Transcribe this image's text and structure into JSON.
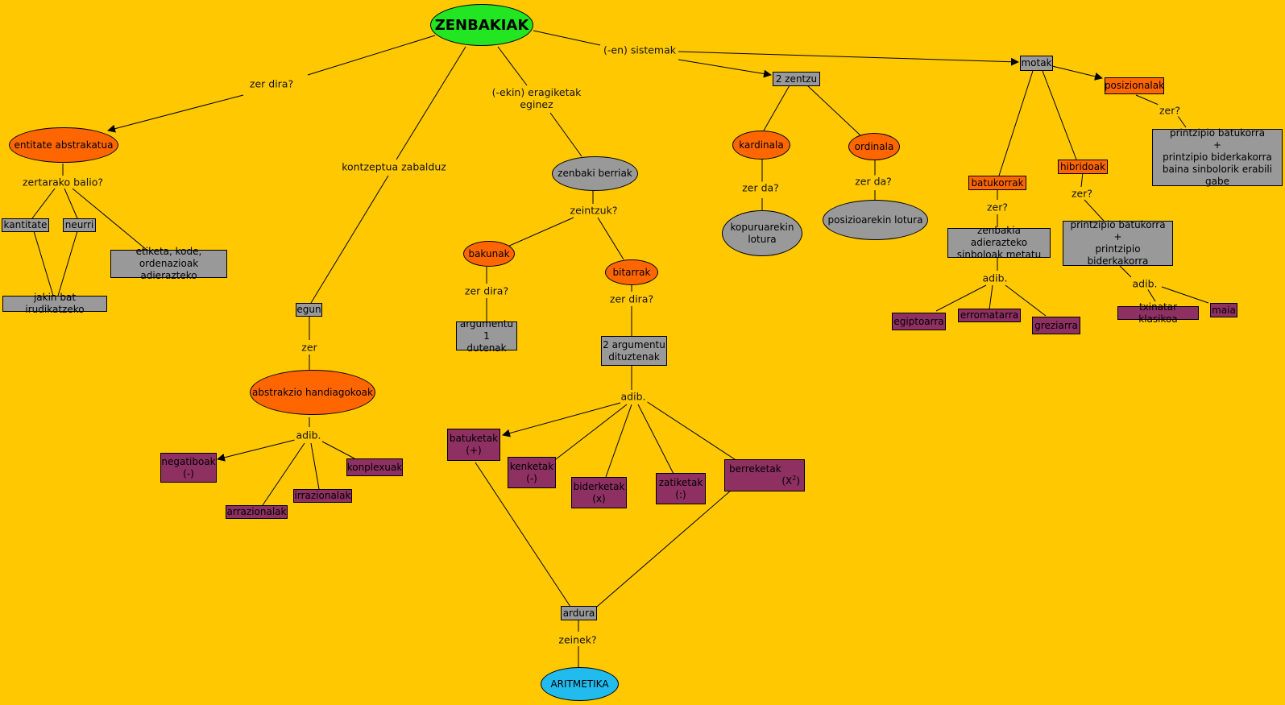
{
  "nodes": {
    "zenbakiak": "ZENBAKIAK",
    "entitate_abstrakatua": "entitate abstrakatua",
    "kantitate": "kantitate",
    "neurri": "neurri",
    "etiketa": "etiketa, kode,\nordenazioak adierazteko",
    "jakin_bat": "jakin bat irudikatzeko",
    "egun": "egun",
    "abstrakzio": "abstrakzio handiagokoak",
    "negatiboak": "negatiboak\n(-)",
    "arrazionalak": "arrazionalak",
    "irrazionalak": "irrazionalak",
    "konplexuak": "konplexuak",
    "zenbaki_berriak": "zenbaki berriak",
    "bakunak": "bakunak",
    "bitarrak": "bitarrak",
    "argumentu1": "argumentu 1\ndutenak",
    "argumentu2": "2 argumentu\ndituztenak",
    "batuketak": "batuketak\n(+)",
    "kenketak": "kenketak\n(-)",
    "biderketak": "biderketak\n(x)",
    "zatiketak": "zatiketak\n(:)",
    "berreketak": "berreketak",
    "berreketak_exp": "(X",
    "berreketak_sup": "2",
    "berreketak_close": ")",
    "ardura": "ardura",
    "aritmetika": "ARITMETIKA",
    "zentzu2": "2 zentzu",
    "kardinala": "kardinala",
    "ordinala": "ordinala",
    "kopuruarekin": "kopuruarekin\nlotura",
    "posizioarekin": "posizioarekin lotura",
    "motak": "motak",
    "posizionalak": "posizionalak",
    "printzipio_pos": "printzipio batukorra\n+\nprintzipio biderkakorra\nbaina sinbolorik erabili gabe",
    "batukorrak": "batukorrak",
    "hibridoak": "hibridoak",
    "zenbakia_adierazteko": "zenbakia adierazteko\nsinboloak metatu",
    "printzipio_hib": "printzipio batukorra\n+\nprintzipio biderkakorra",
    "egiptoarra": "egiptoarra",
    "erromatarra": "erromatarra",
    "greziarra": "greziarra",
    "txinatar": "txinatar klasikoa",
    "maia": "maia"
  },
  "labels": {
    "zer_dira": "zer dira?",
    "kontzeptua": "kontzeptua zabalduz",
    "eragiketak": "(-ekin) eragiketak\neginez",
    "en_sistemak": "(-en) sistemak",
    "zertarako": "zertarako balio?",
    "zer": "zer",
    "adib_abs": "adib.",
    "zeintzuk": "zeintzuk?",
    "zer_dira_bak": "zer dira?",
    "zer_dira_bit": "zer dira?",
    "adib_ops": "adib.",
    "zeinek": "zeinek?",
    "zer_da_kar": "zer da?",
    "zer_da_ord": "zer da?",
    "zer_pos": "zer?",
    "zer_bat": "zer?",
    "zer_hib": "zer?",
    "adib_bat": "adib.",
    "adib_hib": "adib."
  },
  "colors": {
    "background": "#FFC800",
    "root": "#22E622",
    "orange": "#FF6600",
    "gray": "#999999",
    "purple": "#8E3062",
    "cyan": "#22BBEE"
  }
}
